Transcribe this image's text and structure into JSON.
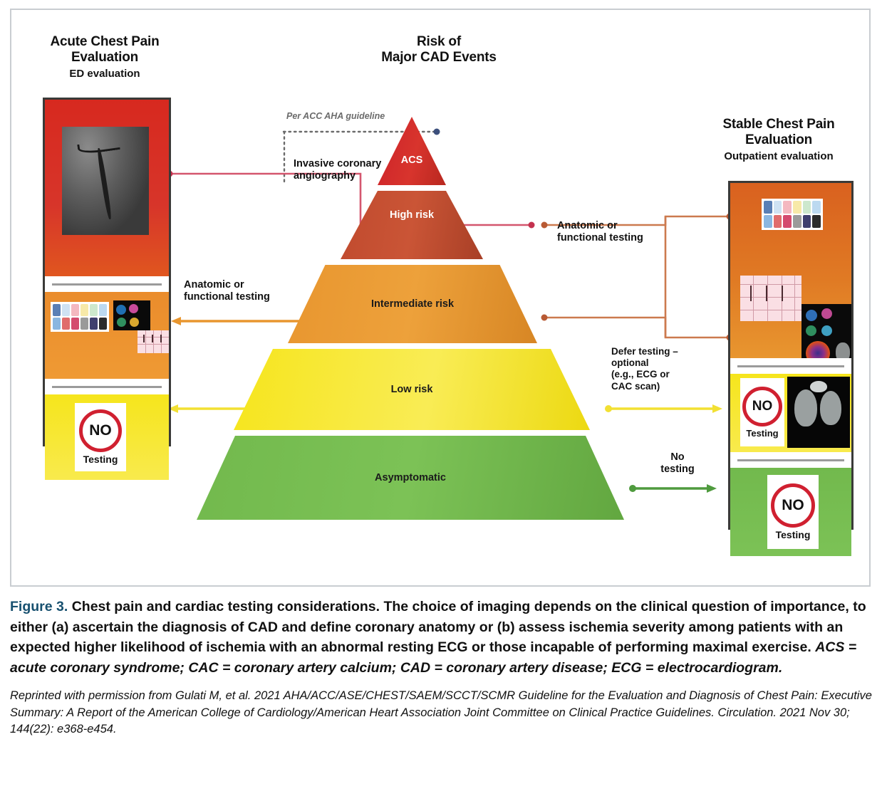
{
  "figure": {
    "left_panel": {
      "title": "Acute Chest Pain",
      "title_line2": "Evaluation",
      "subtitle": "ED evaluation",
      "no_testing_sign": {
        "symbol": "NO",
        "caption": "Testing"
      }
    },
    "center": {
      "title": "Risk of",
      "title_line2": "Major CAD Events",
      "guideline_note": "Per ACC AHA guideline",
      "levels": [
        {
          "label": "ACS",
          "color": "#cc2229"
        },
        {
          "label": "High risk",
          "color": "#c04a2e"
        },
        {
          "label": "Intermediate risk",
          "color": "#e8962f"
        },
        {
          "label": "Low risk",
          "color": "#f6e51c"
        },
        {
          "label": "Asymptomatic",
          "color": "#72b94d"
        }
      ]
    },
    "right_panel": {
      "title": "Stable Chest Pain",
      "title_line2": "Evaluation",
      "subtitle": "Outpatient evaluation",
      "no_testing_sign_1": {
        "symbol": "NO",
        "caption": "Testing"
      },
      "no_testing_sign_2": {
        "symbol": "NO",
        "caption": "Testing"
      }
    },
    "connectors": {
      "invasive": "Invasive coronary\nangiography",
      "invasive_l1": "Invasive coronary",
      "invasive_l2": "angiography",
      "anatomic_left_l1": "Anatomic or",
      "anatomic_left_l2": "functional testing",
      "anatomic_right_l1": "Anatomic or",
      "anatomic_right_l2": "functional testing",
      "defer_l1": "Defer testing –",
      "defer_l2": "optional",
      "defer_l3": "(e.g., ECG or",
      "defer_l4": "CAC scan)",
      "no_testing_l1": "No",
      "no_testing_l2": "testing"
    }
  },
  "caption": {
    "figure_number": "Figure 3.",
    "bold_text": " Chest pain and cardiac testing considerations. The choice of imaging depends on the clinical question of importance, to either (a) ascertain the diagnosis of CAD and define coronary anatomy or (b) assess ischemia severity among patients with an expected higher likelihood of ischemia with an abnormal resting ECG or those incapable of performing maximal exercise. ",
    "abbreviations": "ACS = acute coronary syndrome; CAC = coronary artery calcium; CAD = coronary artery disease; ECG = electrocardiogram.",
    "source": "Reprinted with permission from Gulati M, et al. 2021 AHA/ACC/ASE/CHEST/SAEM/SCCT/SCMR Guideline for the Evaluation and Diagnosis of Chest Pain: Executive Summary: A Report of the American College of Cardiology/American Heart Association Joint Committee on Clinical Practice Guidelines. Circulation. 2021 Nov 30; 144(22): e368-e454."
  },
  "colors": {
    "acs_red": "#cc2229",
    "high_risk": "#c04a2e",
    "intermediate": "#e8962f",
    "low_risk": "#f6e51c",
    "asymptomatic": "#72b94d",
    "fig_number_blue": "#17506f",
    "connector_crimson": "#d4566e",
    "connector_orange": "#cc7a4f"
  }
}
